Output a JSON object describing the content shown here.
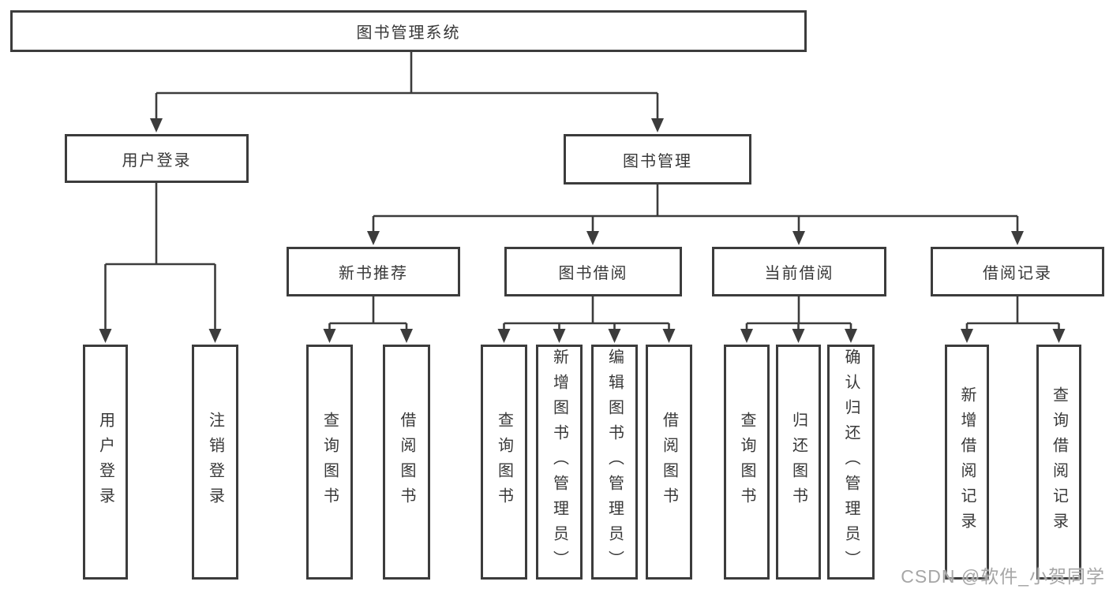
{
  "diagram": {
    "colors": {
      "line": "#3c3c3c",
      "text": "#383838",
      "background": "#ffffff",
      "watermark": "#a6a6a6"
    },
    "nodes": {
      "root": {
        "label": "图书管理系统"
      },
      "level1": [
        {
          "id": "user-login",
          "label": "用户登录"
        },
        {
          "id": "book-management",
          "label": "图书管理"
        }
      ],
      "level2": [
        {
          "id": "new-books",
          "label": "新书推荐"
        },
        {
          "id": "book-borrow",
          "label": "图书借阅"
        },
        {
          "id": "current-borrow",
          "label": "当前借阅"
        },
        {
          "id": "borrow-records",
          "label": "借阅记录"
        }
      ],
      "leaves": [
        {
          "parent": "用户登录",
          "label": "用户登录"
        },
        {
          "parent": "用户登录",
          "label": "注销登录"
        },
        {
          "parent": "新书推荐",
          "label": "查询图书"
        },
        {
          "parent": "新书推荐",
          "label": "借阅图书"
        },
        {
          "parent": "图书借阅",
          "label": "查询图书"
        },
        {
          "parent": "图书借阅",
          "label": "新增图书（管理员）"
        },
        {
          "parent": "图书借阅",
          "label": "编辑图书（管理员）"
        },
        {
          "parent": "图书借阅",
          "label": "借阅图书"
        },
        {
          "parent": "当前借阅",
          "label": "查询图书"
        },
        {
          "parent": "当前借阅",
          "label": "归还图书"
        },
        {
          "parent": "当前借阅",
          "label": "确认归还（管理员）"
        },
        {
          "parent": "借阅记录",
          "label": "新增借阅记录"
        },
        {
          "parent": "借阅记录",
          "label": "查询借阅记录"
        }
      ]
    },
    "watermark": "CSDN @软件_小贺同学"
  }
}
